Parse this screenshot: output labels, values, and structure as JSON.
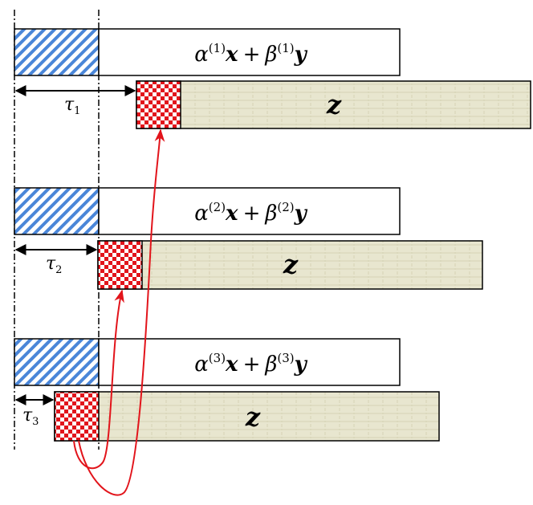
{
  "rows": [
    {
      "combo": {
        "alpha": "α",
        "beta": "β",
        "index": "(1)",
        "x": "x",
        "y": "y",
        "plus": "+"
      },
      "z_label": "z",
      "tau": {
        "sym": "τ",
        "sub": "1"
      }
    },
    {
      "combo": {
        "alpha": "α",
        "beta": "β",
        "index": "(2)",
        "x": "x",
        "y": "y",
        "plus": "+"
      },
      "z_label": "z",
      "tau": {
        "sym": "τ",
        "sub": "2"
      }
    },
    {
      "combo": {
        "alpha": "α",
        "beta": "β",
        "index": "(3)",
        "x": "x",
        "y": "y",
        "plus": "+"
      },
      "z_label": "z",
      "tau": {
        "sym": "τ",
        "sub": "3"
      }
    }
  ],
  "colors": {
    "hatch_blue": "#4a86d8",
    "checker_red": "#e2141b",
    "z_fill": "#e8e6cf",
    "arrow_red": "#e2141b",
    "outline": "#000000"
  }
}
